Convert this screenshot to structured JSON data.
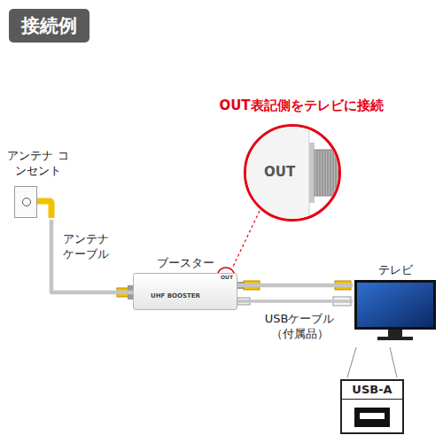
{
  "diagram": {
    "title": "接続例",
    "nodes": [
      {
        "text": [
          "OUT"
        ]
      },
      {
        "text": [
          "アンテナ コンセント"
        ]
      },
      {
        "text": [
          "ブースター"
        ]
      },
      {
        "text": [
          "テレビ"
        ]
      },
      {
        "text": [
          "USB-A"
        ]
      }
    ],
    "edges": [
      {
        "from": 1,
        "to": 2,
        "label": "アンテナ ケーブル",
        "arrow": "none"
      },
      {
        "from": 2,
        "to": 3,
        "arrow": "none"
      },
      {
        "from": 2,
        "to": 3,
        "label": "USBケーブル （付属品）",
        "arrow": "none"
      }
    ],
    "labels": [
      "OUT表記側をテレビに接続",
      "UHF BOOSTER",
      "OUT"
    ]
  }
}
